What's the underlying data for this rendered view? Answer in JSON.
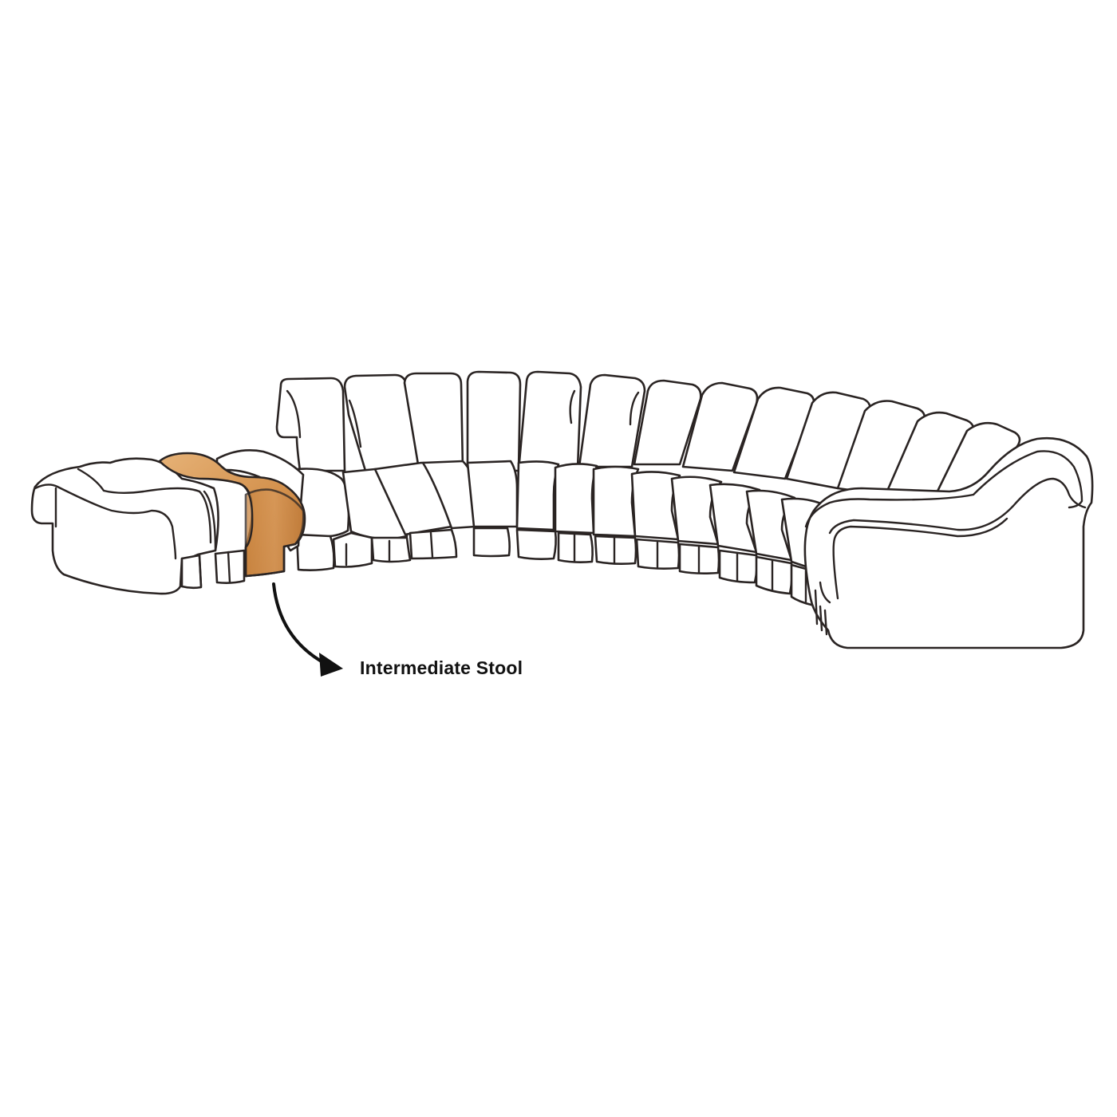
{
  "diagram": {
    "subject": "Modular curved sectional sofa (line drawing)",
    "callout": {
      "label": "Intermediate Stool",
      "arrow": "curved-arrow-right"
    },
    "highlighted_element": {
      "name": "Intermediate Stool",
      "color_light": "#e0a86a",
      "color_mid": "#d08f4c",
      "color_dark": "#b87535"
    },
    "colors": {
      "background": "#ffffff",
      "line": "#2a2423",
      "fill": "#ffffff",
      "text": "#111111"
    }
  }
}
